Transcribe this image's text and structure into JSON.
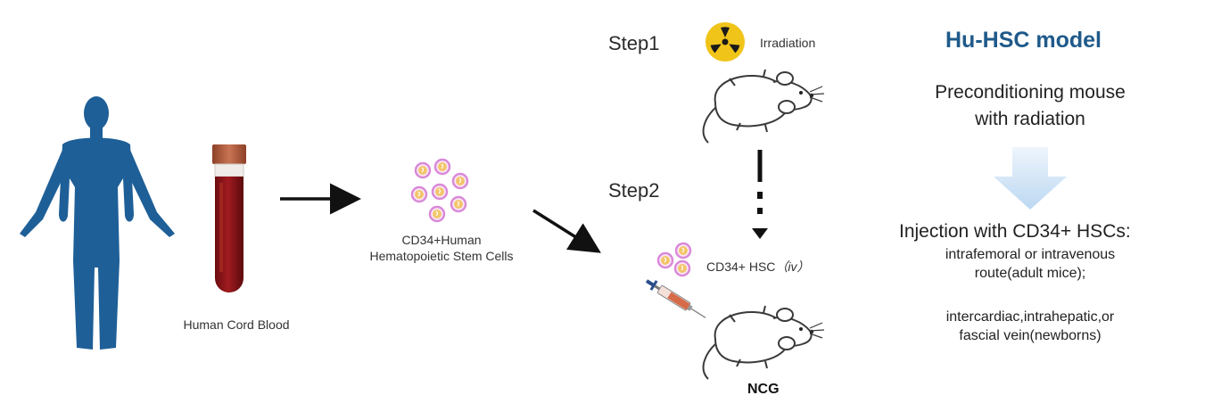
{
  "left": {
    "blood_label": "Human Cord Blood",
    "cells_label_line1": "CD34+Human",
    "cells_label_line2": "Hematopoietic Stem Cells"
  },
  "middle": {
    "step1": "Step1",
    "irradiation": "Irradiation",
    "step2": "Step2",
    "hsc_label": "CD34+ HSC",
    "hsc_route": "（iv）",
    "ncg": "NCG"
  },
  "right": {
    "title": "Hu-HSC model",
    "precond_line1": "Preconditioning mouse",
    "precond_line2": "with radiation",
    "injection": "Injection with CD34+ HSCs:",
    "adult_line1": "intrafemoral or intravenous",
    "adult_line2": "route(adult mice);",
    "newborn_line1": "intercardiac,intrahepatic,or",
    "newborn_line2": "fascial vein(newborns)"
  },
  "colors": {
    "human": "#1e5f97",
    "blood": "#8a1518",
    "cap": "#b05a3a",
    "title": "#1f5a8a",
    "cell_ring": "#d98ad8",
    "cell_fill": "#f3c66a",
    "radiation": "#f0c419",
    "down_arrow": "#cfe3f5"
  }
}
